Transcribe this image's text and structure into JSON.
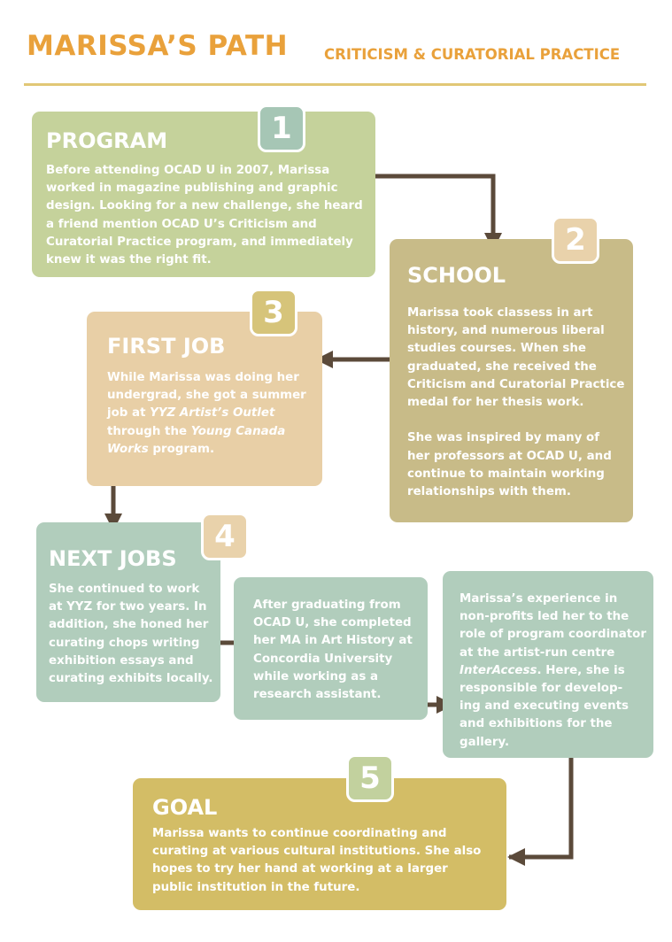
{
  "header": {
    "title": "MARISSA’S PATH",
    "subtitle": "CRITICISM & CURATORIAL PRACTICE"
  },
  "colors": {
    "accent": "#e9a13b",
    "rule": "#e1c776",
    "arrow": "#5b4a3a",
    "green": "#c5d29b",
    "green_num": "#a6c6b5",
    "khaki": "#c8bb88",
    "khaki_num": "#e9d2ab",
    "peach": "#e8cfa6",
    "peach_num": "#d6c47a",
    "teal": "#b1cdbc",
    "gold": "#d3bd66",
    "gold_num": "#c2d19e"
  },
  "steps": {
    "program": {
      "number": "1",
      "heading": "PROGRAM",
      "text": "Before attending OCAD U in 2007,  Marissa\nworked in magazine publishing and graphic\ndesign. Looking for a new challenge, she heard\na friend mention OCAD U’s Criticism and\nCuratorial Practice program, and immediately\nknew it was the right fit."
    },
    "school": {
      "number": "2",
      "heading": "SCHOOL",
      "text": "Marissa took classess in art\nhistory, and numerous liberal\nstudies courses. When she\ngraduated, she received the\nCriticism and Curatorial Practice\nmedal for her thesis work.\n\nShe was inspired by many of\nher professors at OCAD U, and\ncontinue to maintain working\nrelationships with them."
    },
    "first_job": {
      "number": "3",
      "heading": "FIRST JOB",
      "text_1": "While Marissa was doing her\nundergrad, she got a summer\njob at ",
      "text_em_1": "YYZ Artist’s Outlet",
      "text_2": "\nthrough the ",
      "text_em_2": "Young Canada\nWorks",
      "text_3": " program."
    },
    "next_jobs": {
      "number": "4",
      "heading": "NEXT JOBS",
      "text": "She continued to work\nat YYZ for two years. In\naddition, she honed her\ncurating chops writing\nexhibition essays and\ncurating exhibits locally."
    },
    "ma": {
      "text": "After graduating from\nOCAD U, she completed\nher MA in Art History at\nConcordia University\nwhile working as a\nresearch assistant."
    },
    "interaccess": {
      "text_1": "Marissa’s experience in\nnon-profits led her to the\nrole of program coordinator\nat the artist-run centre\n",
      "text_em": "InterAccess",
      "text_2": ". Here, she is\nresponsible for develop-\ning and executing events\nand exhibitions for the\ngallery."
    },
    "goal": {
      "number": "5",
      "heading": "GOAL",
      "text": "Marissa wants to continue coordinating and\ncurating at various cultural institutions. She also\nhopes to try her hand at working at a larger\npublic institution in the future."
    }
  }
}
